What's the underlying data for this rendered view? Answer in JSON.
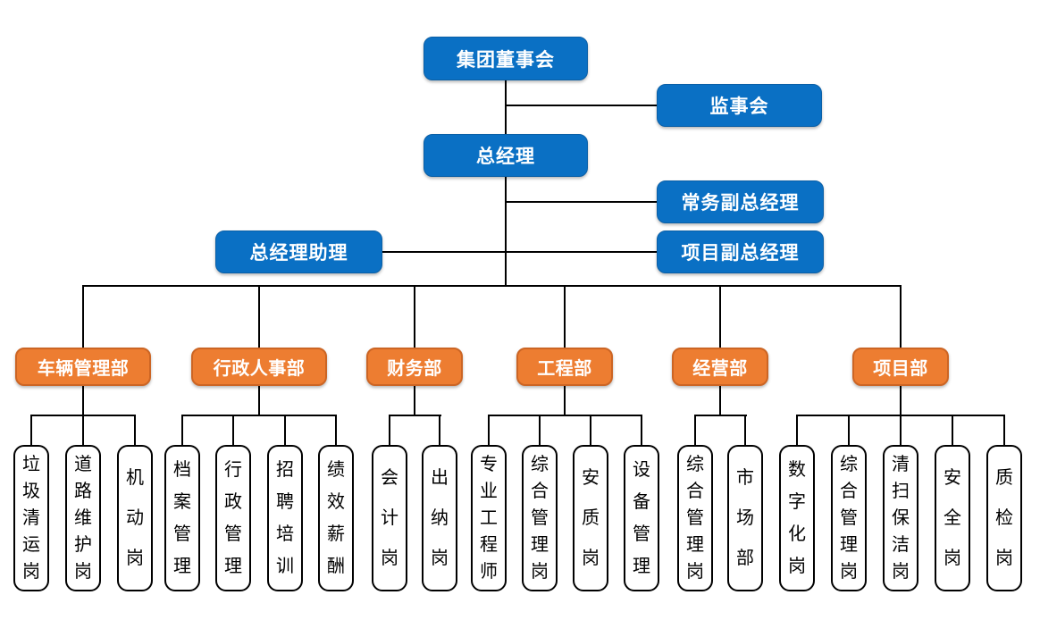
{
  "org": {
    "board": {
      "label": "集团董事会"
    },
    "supervisory": {
      "label": "监事会"
    },
    "general_manager": {
      "label": "总经理"
    },
    "executive_deputy_gm": {
      "label": "常务副总经理"
    },
    "gm_assistant": {
      "label": "总经理助理"
    },
    "project_deputy_gm": {
      "label": "项目副总经理"
    },
    "departments": [
      {
        "label": "车辆管理部",
        "positions": [
          "垃圾清运岗",
          "道路维护岗",
          "机动岗"
        ]
      },
      {
        "label": "行政人事部",
        "positions": [
          "档案管理",
          "行政管理",
          "招聘培训",
          "绩效薪酬"
        ]
      },
      {
        "label": "财务部",
        "positions": [
          "会计岗",
          "出纳岗"
        ]
      },
      {
        "label": "工程部",
        "positions": [
          "专业工程师",
          "综合管理岗",
          "安质岗",
          "设备管理"
        ]
      },
      {
        "label": "经营部",
        "positions": [
          "综合管理岗",
          "市场部"
        ]
      },
      {
        "label": "项目部",
        "positions": [
          "数字化岗",
          "综合管理岗",
          "清扫保洁岗",
          "安全岗",
          "质检岗"
        ]
      }
    ]
  },
  "colors": {
    "executive_blue": "#0a70c4",
    "department_orange": "#ED7D31",
    "position_border_black": "#000000",
    "connector_black": "#000000",
    "background_white": "#ffffff"
  }
}
